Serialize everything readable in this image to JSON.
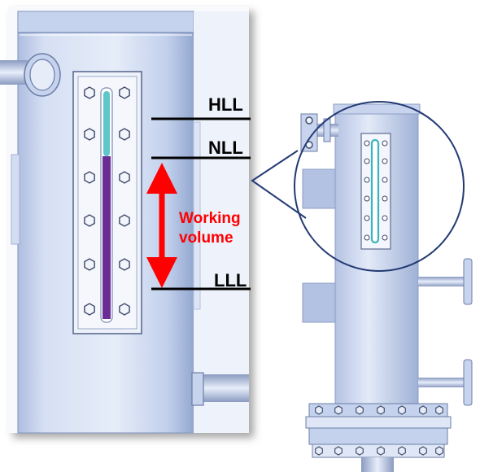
{
  "levels": {
    "high": "HLL",
    "normal": "NLL",
    "low": "LLL"
  },
  "working_volume": {
    "line1": "Working",
    "line2": "volume"
  },
  "colors": {
    "vessel_light": "#dfe8f7",
    "vessel_mid": "#c3d1ec",
    "vessel_dark": "#8fa3c9",
    "liquid": "#6a2c95",
    "tube": "#5fc6c9",
    "arrow": "#ff0000",
    "callout": "#233a73"
  },
  "icons": [
    "double-headed-arrow-icon",
    "bolt-icon",
    "nozzle-flange-icon"
  ]
}
